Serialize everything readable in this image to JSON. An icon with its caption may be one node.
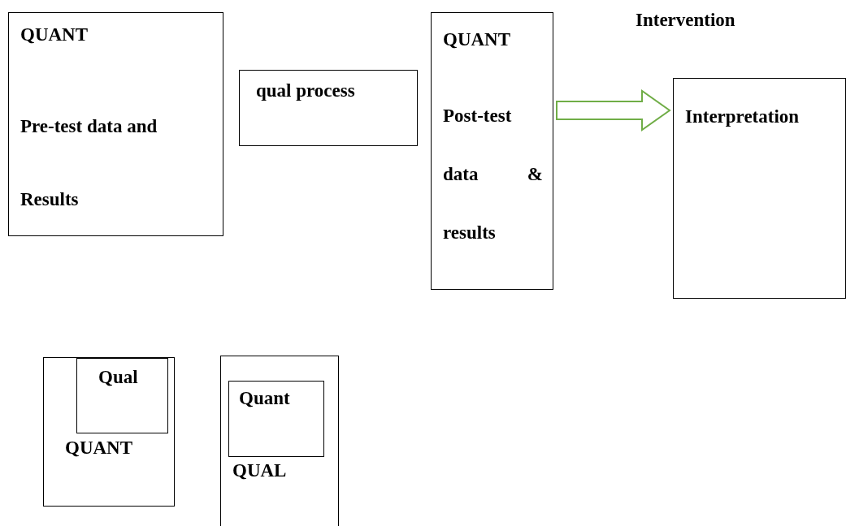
{
  "diagram": {
    "nodes": [
      {
        "text": [
          "QUANT",
          "Pre-test data and Results"
        ]
      },
      {
        "text": [
          "qual process"
        ]
      },
      {
        "text": [
          "QUANT",
          "Post-test data & results"
        ]
      },
      {
        "text": [
          "Interpretation"
        ]
      },
      {
        "text": [
          "QUANT"
        ]
      },
      {
        "text": [
          "Qual"
        ],
        "in": 4
      },
      {
        "text": [
          "QUAL"
        ]
      },
      {
        "text": [
          "Quant"
        ],
        "in": 6
      }
    ],
    "edges": [
      {
        "from": 2,
        "to": 3,
        "arrow": "to",
        "style": "thick",
        "color": "#70ad47"
      }
    ],
    "labels": [
      "Intervention"
    ]
  }
}
